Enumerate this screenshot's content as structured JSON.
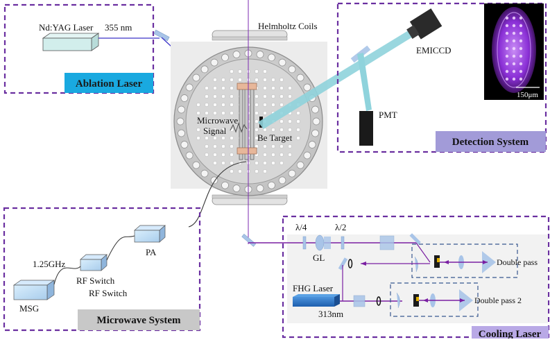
{
  "colors": {
    "frame": "#6a2fa0",
    "ablation_badge": "#19a9e0",
    "detection_badge": "#a29bd8",
    "microwave_badge": "#c8c8c8",
    "cooling_badge": "#b9a9e6",
    "laser_beam": "#3b33c8",
    "fluorescence_beam": "#8fd3dc",
    "cooling_beam": "#7a1fa2",
    "optics_blue": "#a8c4e8",
    "fhg_laser": "#2e77c6",
    "instrument_fill": "#b9d5f2",
    "detector_black": "#1a1a1a",
    "ion_image_fill": "#9b3fe0"
  },
  "ablation": {
    "badge": "Ablation Laser",
    "laser_label": "Nd:YAG Laser",
    "wavelength": "355 nm"
  },
  "chamber": {
    "coils_label": "Helmholtz Coils",
    "microwave_signal_label": "Microwave\nSignal",
    "target_label": "Be Target"
  },
  "detection": {
    "badge": "Detection System",
    "camera_label": "EMICCD",
    "pmt_label": "PMT",
    "scale_label": "150μm"
  },
  "microwave": {
    "badge": "Microwave System",
    "frequency_label": "1.25GHz",
    "msg_label": "MSG",
    "rf_switch_label_1": "RF Switch",
    "rf_switch_label_2": "RF Switch",
    "pa_label": "PA"
  },
  "cooling": {
    "badge": "Cooling Laser",
    "quarter_wave": "λ/4",
    "half_wave": "λ/2",
    "gl_label": "GL",
    "fhg_label": "FHG Laser",
    "wavelength": "313nm",
    "double_pass_1": "Double pass",
    "double_pass_2": "Double pass 2"
  }
}
